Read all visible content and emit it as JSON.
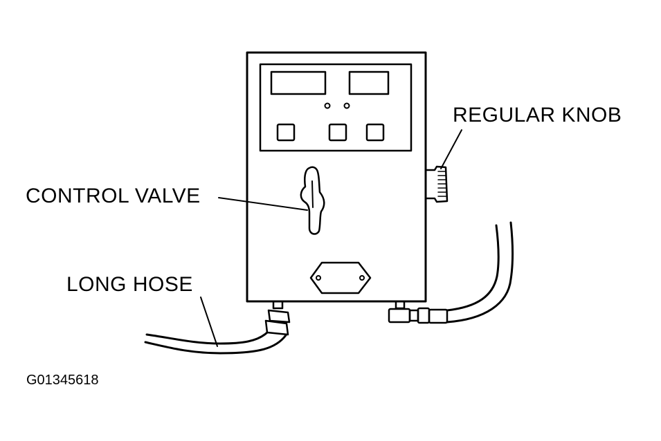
{
  "labels": {
    "regular_knob": "REGULAR KNOB",
    "control_valve": "CONTROL VALVE",
    "long_hose": "LONG HOSE"
  },
  "figure_id": "G01345618",
  "colors": {
    "line": "#000000",
    "background": "#ffffff"
  }
}
